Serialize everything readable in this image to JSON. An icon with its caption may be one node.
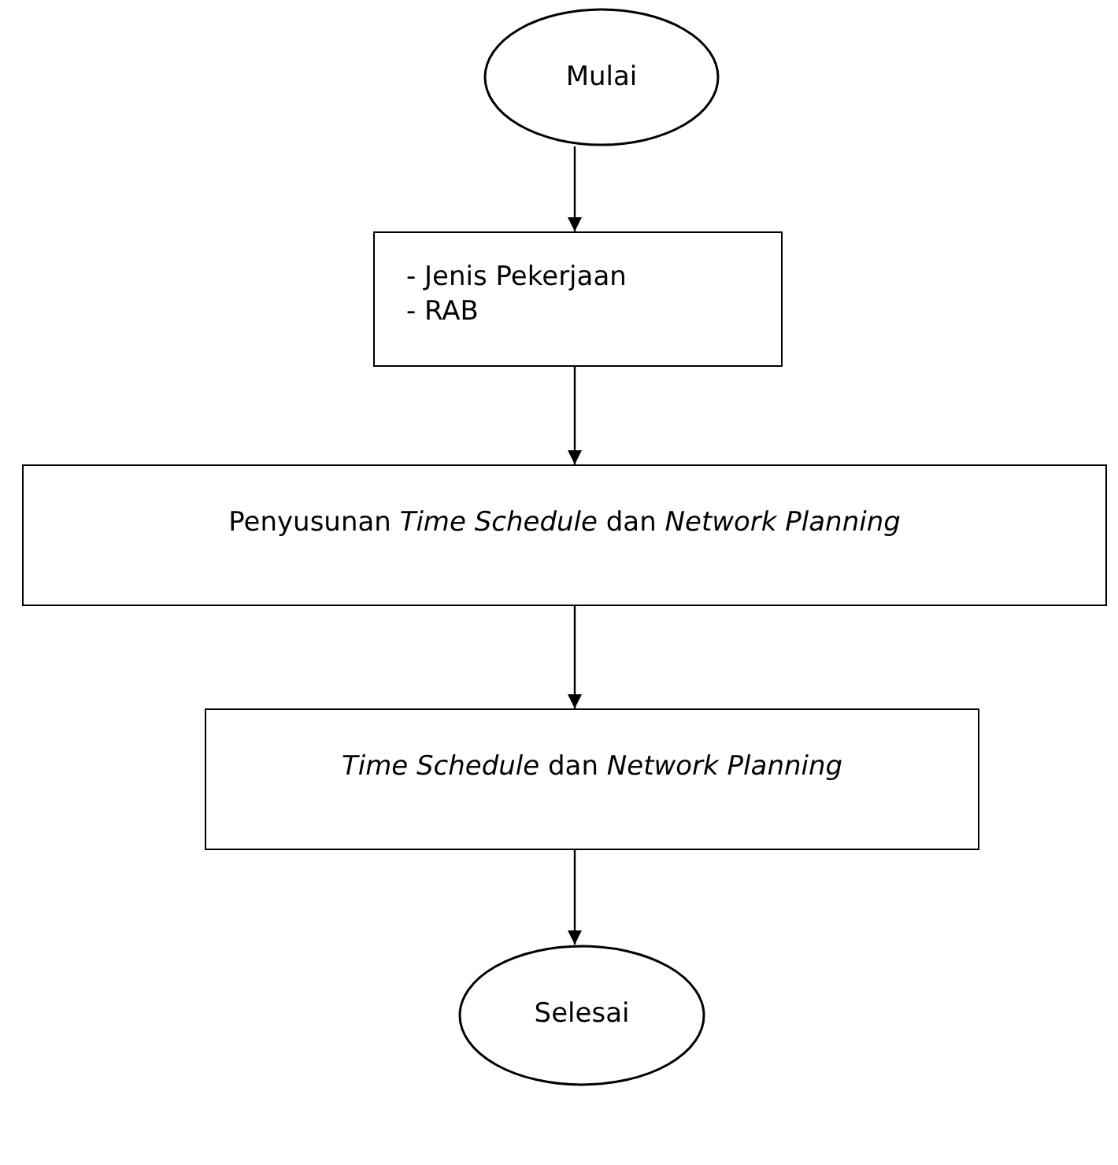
{
  "diagram": {
    "nodes": [
      {
        "text": [
          "Mulai"
        ]
      },
      {
        "text": [
          "- Jenis Pekerjaan",
          "- RAB"
        ]
      },
      {
        "text": [
          "Penyusunan *Time Schedule* dan *Network Planning*"
        ]
      },
      {
        "text": [
          "*Time Schedule* dan *Network Planning*"
        ]
      },
      {
        "text": [
          "Selesai"
        ]
      }
    ],
    "edges": [
      {
        "from": 0,
        "to": 1,
        "arrow": "to"
      },
      {
        "from": 1,
        "to": 2,
        "arrow": "to"
      },
      {
        "from": 2,
        "to": 3,
        "arrow": "to"
      },
      {
        "from": 3,
        "to": 4,
        "arrow": "to"
      }
    ]
  }
}
